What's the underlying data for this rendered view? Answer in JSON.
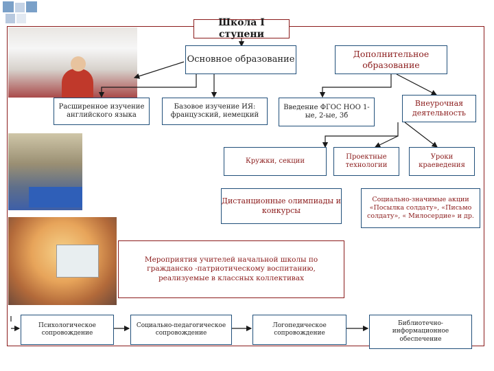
{
  "title": "Школа I ступени",
  "main_education": "Основное образование",
  "additional_education": "Дополнительное образование",
  "extended_english": "Расширенное изучение английского языка",
  "basic_foreign": "Базовое изучение ИЯ: французский, немецкий",
  "fgos_intro": "Введение ФГОС НОО 1-ые, 2-ые, 3б",
  "extracurricular": "Внеурочная деятельность",
  "clubs": "Кружки, секции",
  "project_tech": "Проектные технологии",
  "local_history": "Уроки краеведения",
  "remote_olympiads": "Дистанционные олимпиады и конкурсы",
  "social_actions": "Социально-значимые акции «Посылка солдату», «Письмо солдату», « Милосердие» и др.",
  "teacher_events": "Мероприятия учителей начальной школы по гражданско -патриотическому воспитанию, реализуемые в классных коллективах",
  "psych_support": "Психологическое сопровождение",
  "social_ped_support": "Социально-педагогическое сопровождение",
  "speech_support": "Логопедическое сопровождение",
  "library_support": "Библиотечно-информационное обеспечение",
  "colors": {
    "border_red": "#8a1a1a",
    "border_blue": "#1f4e79",
    "text_red": "#8a1a1a"
  }
}
